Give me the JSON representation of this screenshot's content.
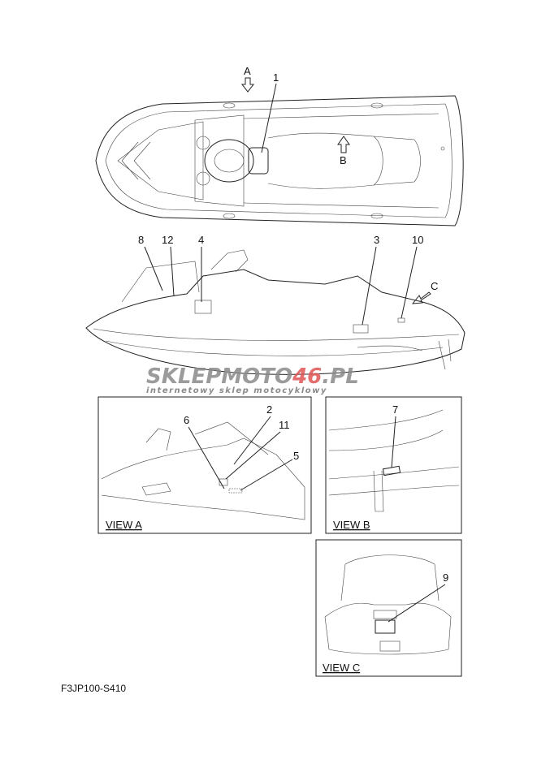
{
  "callouts": {
    "c1": "1",
    "c2": "2",
    "c3": "3",
    "c4": "4",
    "c5": "5",
    "c6": "6",
    "c7": "7",
    "c8": "8",
    "c9": "9",
    "c10": "10",
    "c11": "11",
    "c12": "12"
  },
  "view_letters": {
    "a": "A",
    "b": "B",
    "c": "C"
  },
  "views": {
    "a": "VIEW A",
    "b": "VIEW B",
    "c": "VIEW C"
  },
  "part_code": "F3JP100-S410",
  "watermark": {
    "brand_grey": "SKLEPMOTO",
    "brand_red": "46",
    "brand_suffix": ".PL",
    "tagline": "internetowy sklep motocyklowy",
    "red_color": "#e05555",
    "grey_color": "#8a8a8a"
  }
}
